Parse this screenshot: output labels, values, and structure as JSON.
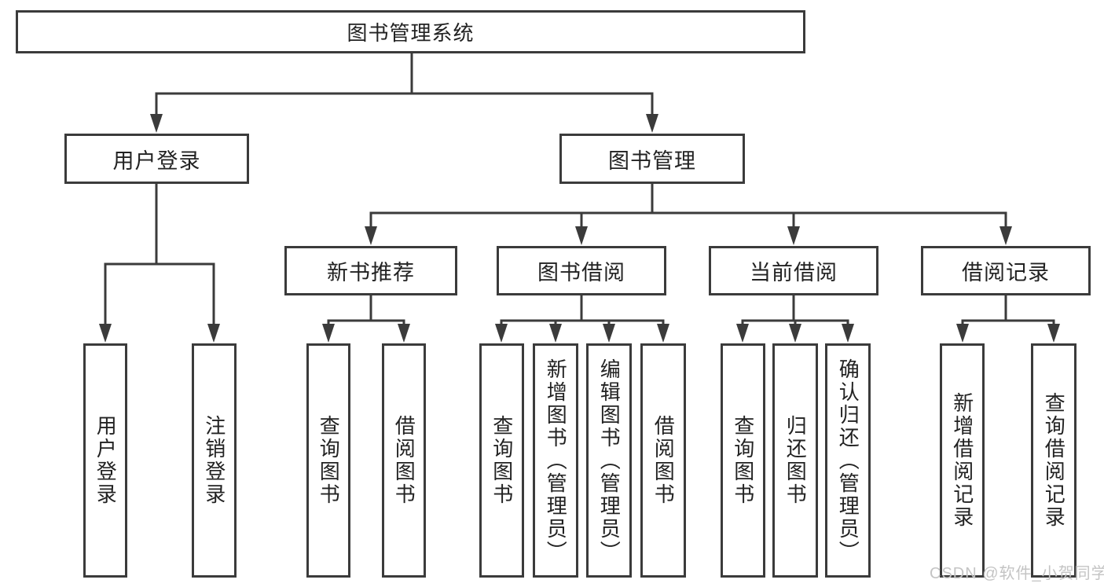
{
  "diagram": {
    "type": "hierarchy-tree",
    "title": "图书管理系统",
    "watermark": "CSDN @软件_小贺同学",
    "colors": {
      "line": "#3b3b3b",
      "box_border": "#3b3b3b",
      "box_background": "#ffffff",
      "text": "#222222",
      "watermark": "#c4c4c4",
      "background": "#ffffff"
    },
    "tree": {
      "label": "图书管理系统",
      "children": [
        {
          "label": "用户登录",
          "children": [
            {
              "label": "用户登录"
            },
            {
              "label": "注销登录"
            }
          ]
        },
        {
          "label": "图书管理",
          "children": [
            {
              "label": "新书推荐",
              "children": [
                {
                  "label": "查询图书"
                },
                {
                  "label": "借阅图书"
                }
              ]
            },
            {
              "label": "图书借阅",
              "children": [
                {
                  "label": "查询图书"
                },
                {
                  "label": "新增图书（管理员）"
                },
                {
                  "label": "编辑图书（管理员）"
                },
                {
                  "label": "借阅图书"
                }
              ]
            },
            {
              "label": "当前借阅",
              "children": [
                {
                  "label": "查询图书"
                },
                {
                  "label": "归还图书"
                },
                {
                  "label": "确认归还（管理员）"
                }
              ]
            },
            {
              "label": "借阅记录",
              "children": [
                {
                  "label": "新增借阅记录"
                },
                {
                  "label": "查询借阅记录"
                }
              ]
            }
          ]
        }
      ]
    }
  }
}
